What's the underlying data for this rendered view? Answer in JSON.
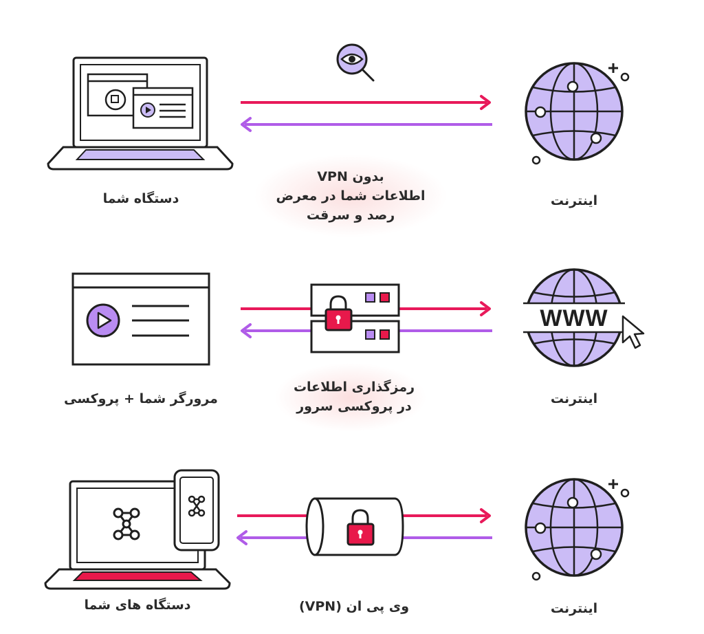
{
  "colors": {
    "outline": "#1f1f1f",
    "lavender": "#cbbcf6",
    "purple": "#b05ce8",
    "magenta": "#e8195a",
    "red": "#e8194b",
    "pink_glow": "#fdeaea"
  },
  "rows": [
    {
      "left_label": "دستگاه شما",
      "caption_lines": [
        "بدون VPN",
        "اطلاعات شما در معرض",
        "رصد و سرقت"
      ],
      "right_label": "اینترنت",
      "left_icon": "laptop-icon",
      "middle_icon": "eye-magnifier-icon",
      "right_icon": "globe-icon"
    },
    {
      "left_label": "مرورگر شما + پروکسی",
      "caption_lines": [
        "رمزگذاری اطلاعات",
        "در پروکسی سرور"
      ],
      "right_label": "اینترنت",
      "left_icon": "browser-window-icon",
      "middle_icon": "proxy-server-lock-icon",
      "right_icon": "www-globe-icon",
      "www_text": "WWW"
    },
    {
      "left_label": "دستگاه های شما",
      "caption_lines": [
        "وی پی ان (VPN)"
      ],
      "right_label": "اینترنت",
      "left_icon": "laptop-phone-icon",
      "middle_icon": "vpn-tunnel-lock-icon",
      "right_icon": "globe-icon"
    }
  ]
}
